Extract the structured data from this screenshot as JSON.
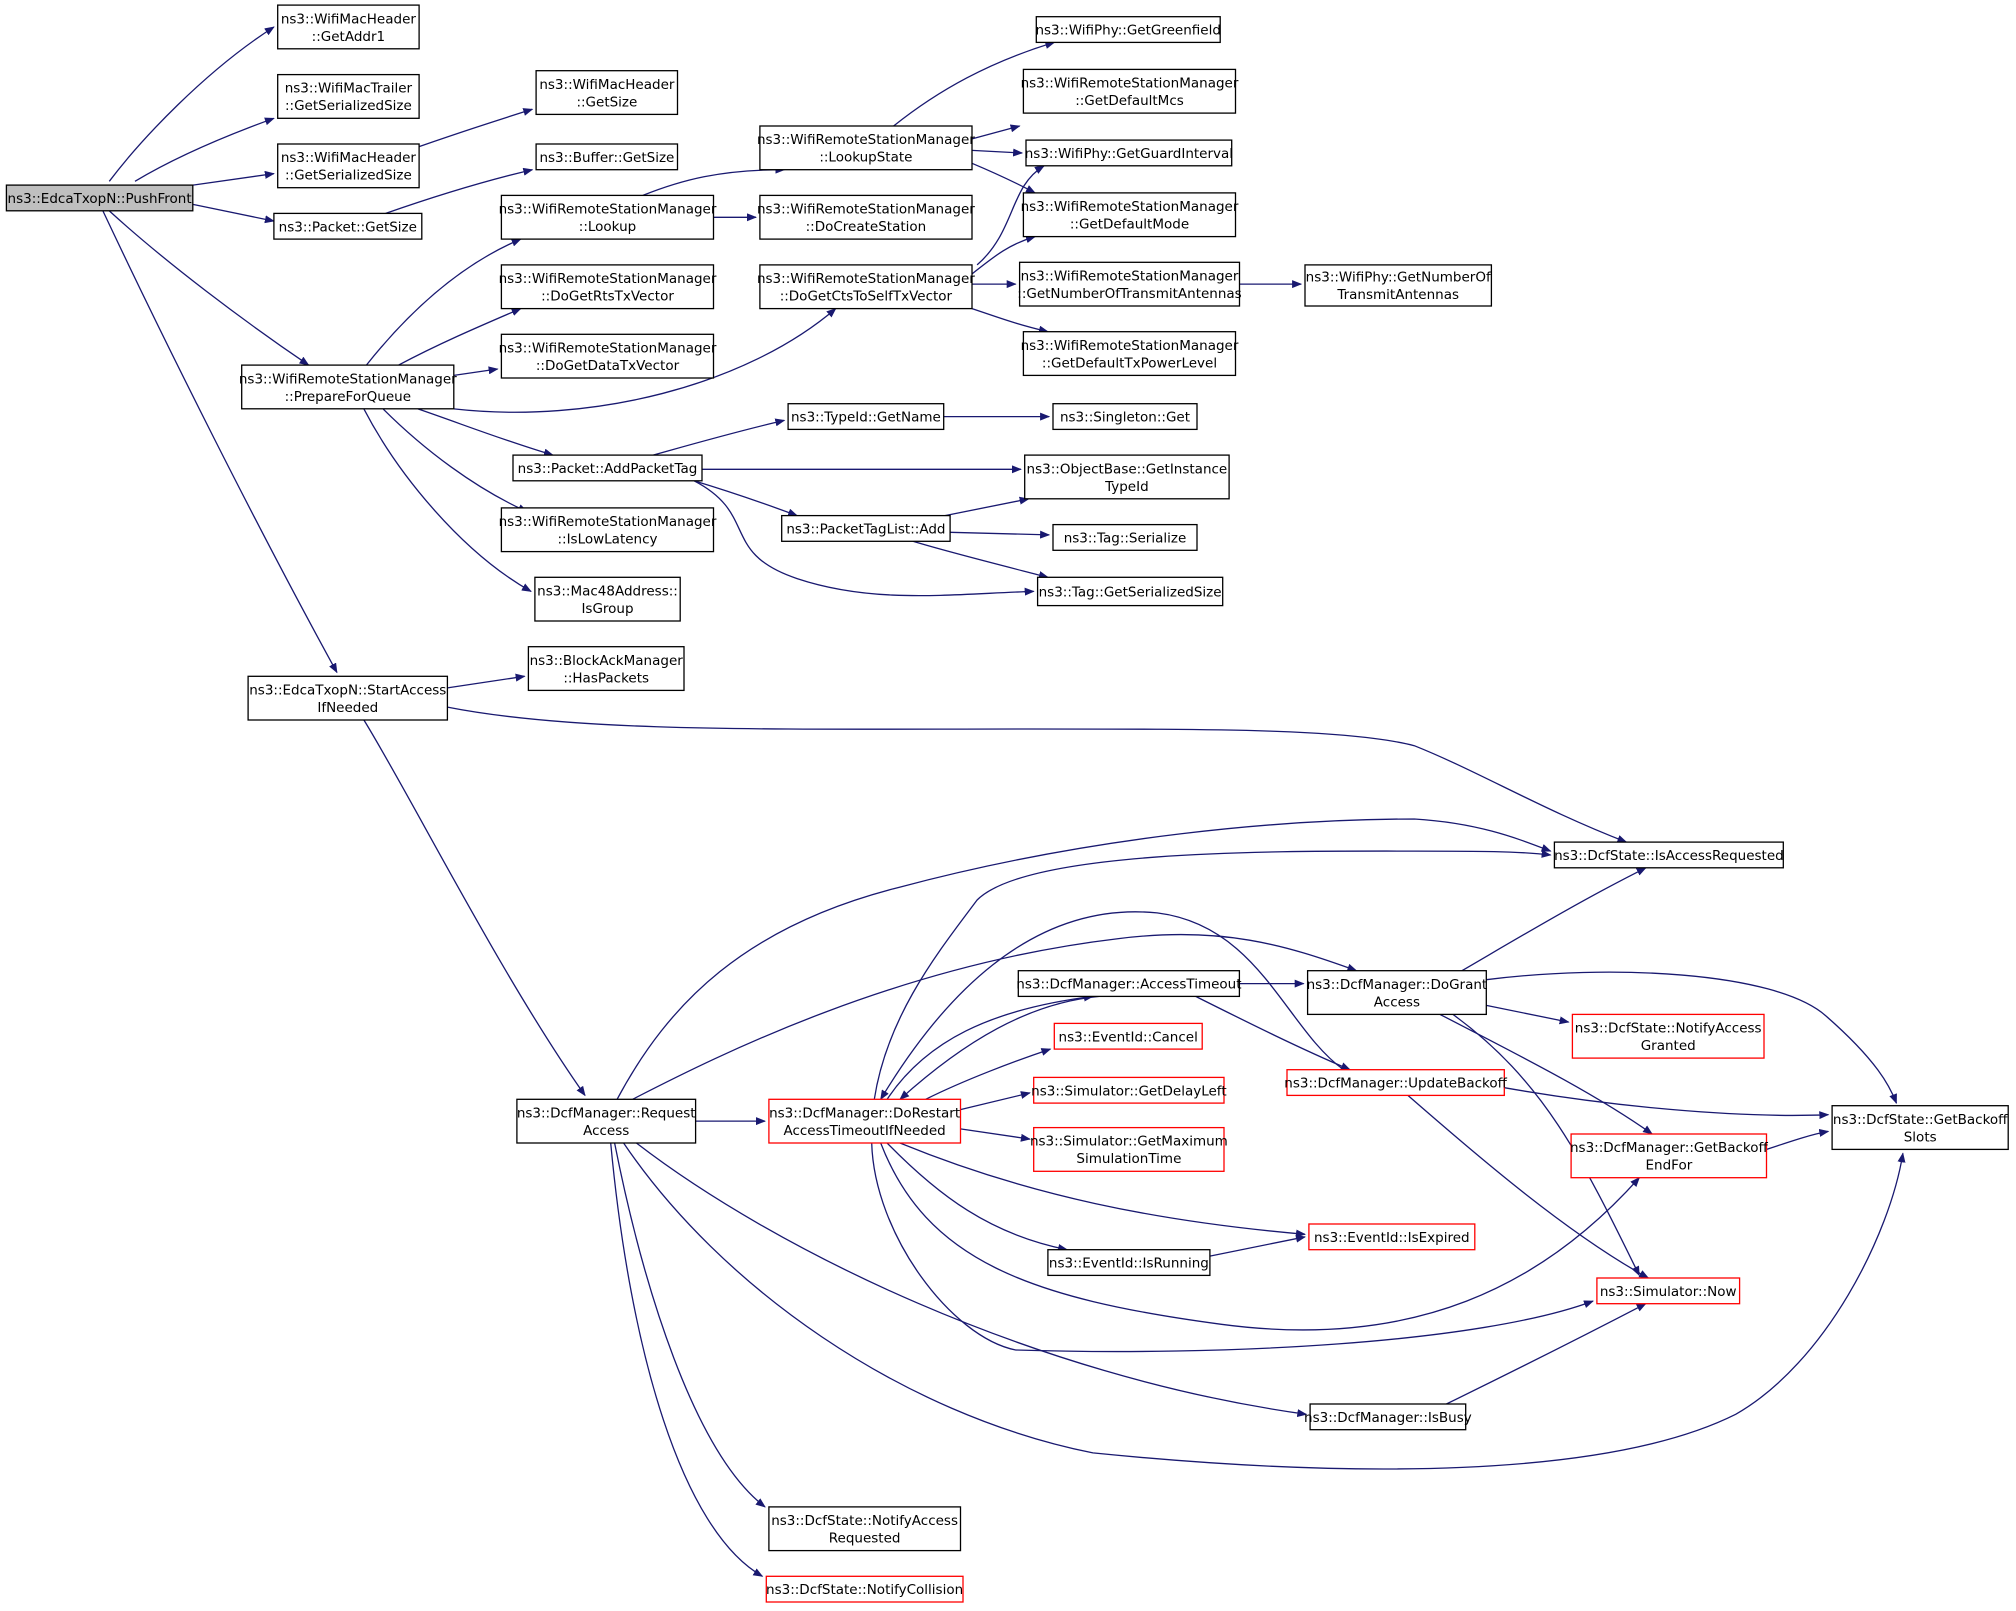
{
  "graph": {
    "colors": {
      "edge": "#191970",
      "box_border": "#000000",
      "truncated_border": "#ff0000",
      "root_fill": "#bfbfbf"
    },
    "nodes": [
      {
        "id": "pushfront",
        "lines": [
          "ns3::EdcaTxopN::PushFront"
        ],
        "root": true
      },
      {
        "id": "getaddr1",
        "lines": [
          "ns3::WifiMacHeader",
          "::GetAddr1"
        ]
      },
      {
        "id": "trailer_size",
        "lines": [
          "ns3::WifiMacTrailer",
          "::GetSerializedSize"
        ]
      },
      {
        "id": "header_sersize",
        "lines": [
          "ns3::WifiMacHeader",
          "::GetSerializedSize"
        ]
      },
      {
        "id": "packet_getsize",
        "lines": [
          "ns3::Packet::GetSize"
        ]
      },
      {
        "id": "header_getsize",
        "lines": [
          "ns3::WifiMacHeader",
          "::GetSize"
        ]
      },
      {
        "id": "buffer_getsize",
        "lines": [
          "ns3::Buffer::GetSize"
        ]
      },
      {
        "id": "prepareforqueue",
        "lines": [
          "ns3::WifiRemoteStationManager",
          "::PrepareForQueue"
        ]
      },
      {
        "id": "lookup",
        "lines": [
          "ns3::WifiRemoteStationManager",
          "::Lookup"
        ]
      },
      {
        "id": "dogetrts",
        "lines": [
          "ns3::WifiRemoteStationManager",
          "::DoGetRtsTxVector"
        ]
      },
      {
        "id": "dogetdata",
        "lines": [
          "ns3::WifiRemoteStationManager",
          "::DoGetDataTxVector"
        ]
      },
      {
        "id": "addpackettag",
        "lines": [
          "ns3::Packet::AddPacketTag"
        ]
      },
      {
        "id": "islowlatency",
        "lines": [
          "ns3::WifiRemoteStationManager",
          "::IsLowLatency"
        ]
      },
      {
        "id": "isgroup",
        "lines": [
          "ns3::Mac48Address::",
          "IsGroup"
        ]
      },
      {
        "id": "lookupstate",
        "lines": [
          "ns3::WifiRemoteStationManager",
          "::LookupState"
        ]
      },
      {
        "id": "docreatestation",
        "lines": [
          "ns3::WifiRemoteStationManager",
          "::DoCreateStation"
        ]
      },
      {
        "id": "dogetcts",
        "lines": [
          "ns3::WifiRemoteStationManager",
          "::DoGetCtsToSelfTxVector"
        ]
      },
      {
        "id": "typeid_getname",
        "lines": [
          "ns3::TypeId::GetName"
        ]
      },
      {
        "id": "packettaglist_add",
        "lines": [
          "ns3::PacketTagList::Add"
        ]
      },
      {
        "id": "getgreenfield",
        "lines": [
          "ns3::WifiPhy::GetGreenfield"
        ]
      },
      {
        "id": "getdefaultmcs",
        "lines": [
          "ns3::WifiRemoteStationManager",
          "::GetDefaultMcs"
        ]
      },
      {
        "id": "getguardinterval",
        "lines": [
          "ns3::WifiPhy::GetGuardInterval"
        ]
      },
      {
        "id": "getdefaultmode",
        "lines": [
          "ns3::WifiRemoteStationManager",
          "::GetDefaultMode"
        ]
      },
      {
        "id": "getnumtx_mgr",
        "lines": [
          "ns3::WifiRemoteStationManager",
          "::GetNumberOfTransmitAntennas"
        ]
      },
      {
        "id": "getdefaulttxpower",
        "lines": [
          "ns3::WifiRemoteStationManager",
          "::GetDefaultTxPowerLevel"
        ]
      },
      {
        "id": "getnumtx_phy",
        "lines": [
          "ns3::WifiPhy::GetNumberOf",
          "TransmitAntennas"
        ]
      },
      {
        "id": "singleton_get",
        "lines": [
          "ns3::Singleton::Get"
        ]
      },
      {
        "id": "getinstancetypeid",
        "lines": [
          "ns3::ObjectBase::GetInstance",
          "TypeId"
        ]
      },
      {
        "id": "tag_serialize",
        "lines": [
          "ns3::Tag::Serialize"
        ]
      },
      {
        "id": "tag_sersize",
        "lines": [
          "ns3::Tag::GetSerializedSize"
        ]
      },
      {
        "id": "startaccess",
        "lines": [
          "ns3::EdcaTxopN::StartAccess",
          "IfNeeded"
        ]
      },
      {
        "id": "haspackets",
        "lines": [
          "ns3::BlockAckManager",
          "::HasPackets"
        ]
      },
      {
        "id": "isaccessrequested",
        "lines": [
          "ns3::DcfState::IsAccessRequested"
        ]
      },
      {
        "id": "requestaccess",
        "lines": [
          "ns3::DcfManager::Request",
          "Access"
        ]
      },
      {
        "id": "accesstimeout",
        "lines": [
          "ns3::DcfManager::AccessTimeout"
        ]
      },
      {
        "id": "dogrant",
        "lines": [
          "ns3::DcfManager::DoGrant",
          "Access"
        ]
      },
      {
        "id": "cancel",
        "lines": [
          "ns3::EventId::Cancel"
        ],
        "truncated": true
      },
      {
        "id": "notifyaccessgranted",
        "lines": [
          "ns3::DcfState::NotifyAccess",
          "Granted"
        ],
        "truncated": true
      },
      {
        "id": "getdelayleft",
        "lines": [
          "ns3::Simulator::GetDelayLeft"
        ],
        "truncated": true
      },
      {
        "id": "updatebackoff",
        "lines": [
          "ns3::DcfManager::UpdateBackoff"
        ],
        "truncated": true
      },
      {
        "id": "dorestart",
        "lines": [
          "ns3::DcfManager::DoRestart",
          "AccessTimeoutIfNeeded"
        ],
        "truncated": true
      },
      {
        "id": "getmaxsimtime",
        "lines": [
          "ns3::Simulator::GetMaximum",
          "SimulationTime"
        ],
        "truncated": true
      },
      {
        "id": "getbackoffslots",
        "lines": [
          "ns3::DcfState::GetBackoff",
          "Slots"
        ]
      },
      {
        "id": "getbackoffendfor",
        "lines": [
          "ns3::DcfManager::GetBackoff",
          "EndFor"
        ],
        "truncated": true
      },
      {
        "id": "isexpired",
        "lines": [
          "ns3::EventId::IsExpired"
        ],
        "truncated": true
      },
      {
        "id": "isrunning",
        "lines": [
          "ns3::EventId::IsRunning"
        ]
      },
      {
        "id": "simnow",
        "lines": [
          "ns3::Simulator::Now"
        ],
        "truncated": true
      },
      {
        "id": "isbusy",
        "lines": [
          "ns3::DcfManager::IsBusy"
        ]
      },
      {
        "id": "notifyaccessrequested",
        "lines": [
          "ns3::DcfState::NotifyAccess",
          "Requested"
        ]
      },
      {
        "id": "notifycollision",
        "lines": [
          "ns3::DcfState::NotifyCollision"
        ],
        "truncated": true
      }
    ]
  }
}
